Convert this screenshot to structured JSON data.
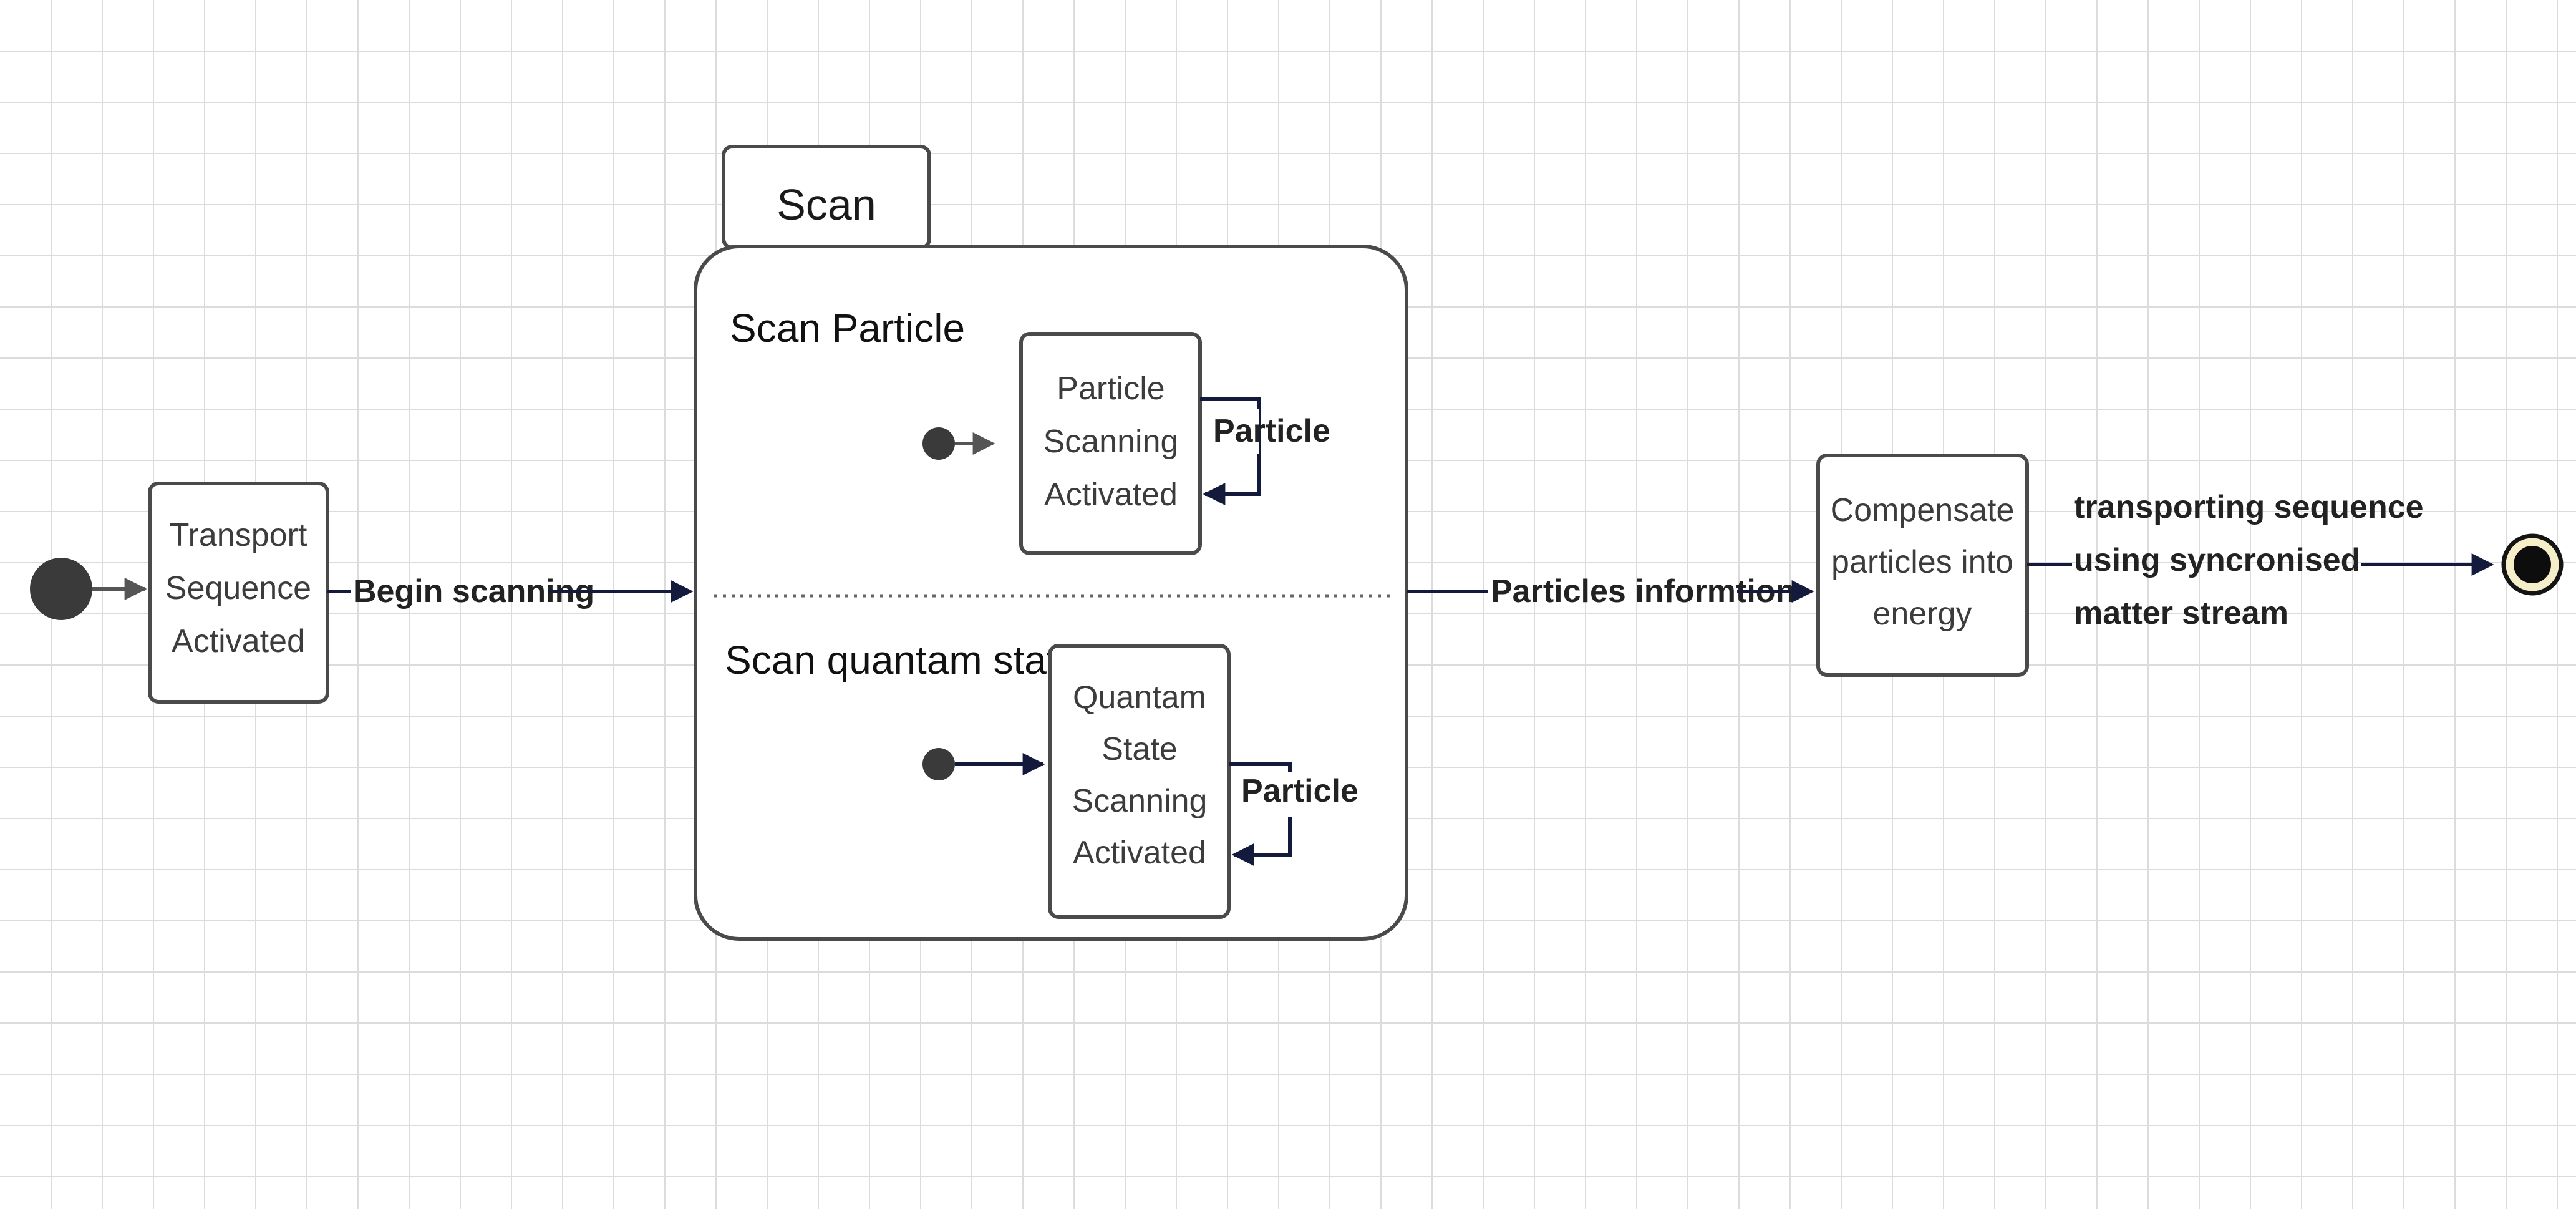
{
  "diagram": {
    "composite_state": {
      "tab_label": "Scan",
      "regions": [
        {
          "title": "Scan Particle",
          "state_lines": [
            "Particle",
            "Scanning",
            "Activated"
          ],
          "self_transition_label": "Particle"
        },
        {
          "title": "Scan quantam state",
          "state_lines": [
            "Quantam",
            "State",
            "Scanning",
            "Activated"
          ],
          "self_transition_label": "Particle"
        }
      ]
    },
    "states": {
      "transport": [
        "Transport",
        "Sequence",
        "Activated"
      ],
      "compensate": [
        "Compensate",
        "particles into",
        "energy"
      ]
    },
    "transitions": {
      "begin_scanning": "Begin scanning",
      "particles_information": "Particles informtion",
      "transporting": [
        "transporting sequence",
        "using syncronised",
        "matter stream"
      ]
    },
    "colors": {
      "edge": "#141a3c",
      "box_border": "#4a4a4a",
      "initial_node": "#3a3a3a",
      "final_ring_fill": "#f5eec8",
      "grid": "#dcdcdc"
    }
  }
}
